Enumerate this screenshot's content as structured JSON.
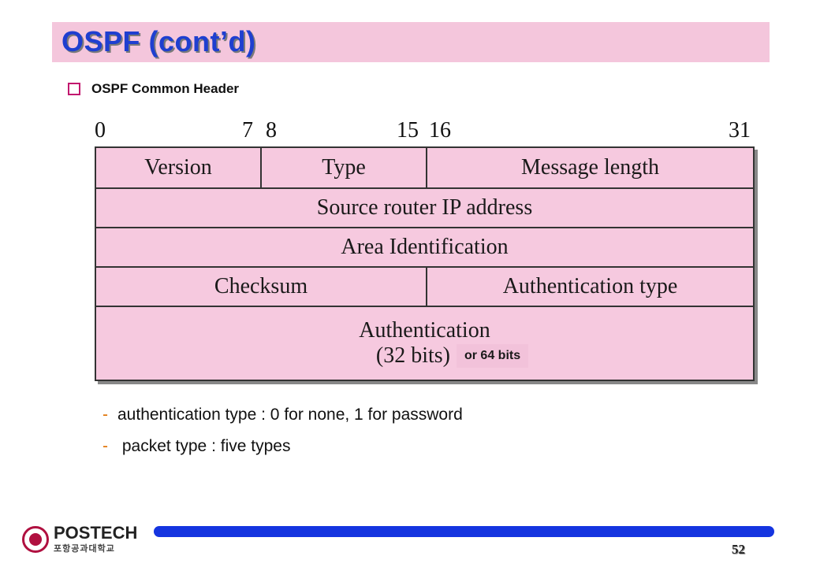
{
  "title": "OSPF (cont’d)",
  "subtitle": "OSPF Common Header",
  "bit_labels": [
    "0",
    "7",
    "8",
    "15",
    "16",
    "31"
  ],
  "fields": {
    "version": "Version",
    "type": "Type",
    "message_length": "Message length",
    "source_router": "Source router IP address",
    "area_id": "Area Identification",
    "checksum": "Checksum",
    "auth_type": "Authentication type",
    "auth": "Authentication",
    "auth_bits": "(32 bits)",
    "auth_bits_note": "or 64 bits"
  },
  "notes": [
    {
      "dash": "-",
      "text": "authentication type : 0 for none, 1 for password"
    },
    {
      "dash": "-",
      "text": " packet type : five types"
    }
  ],
  "logo": {
    "name": "POSTECH",
    "subtext": "포항공과대학교"
  },
  "page_number": "52",
  "colors": {
    "title": "#1f3fd0",
    "title_bar": "#f4c6dc",
    "field_fill": "#f6c9df",
    "footer_bar": "#1535e0",
    "dash": "#e07000"
  }
}
